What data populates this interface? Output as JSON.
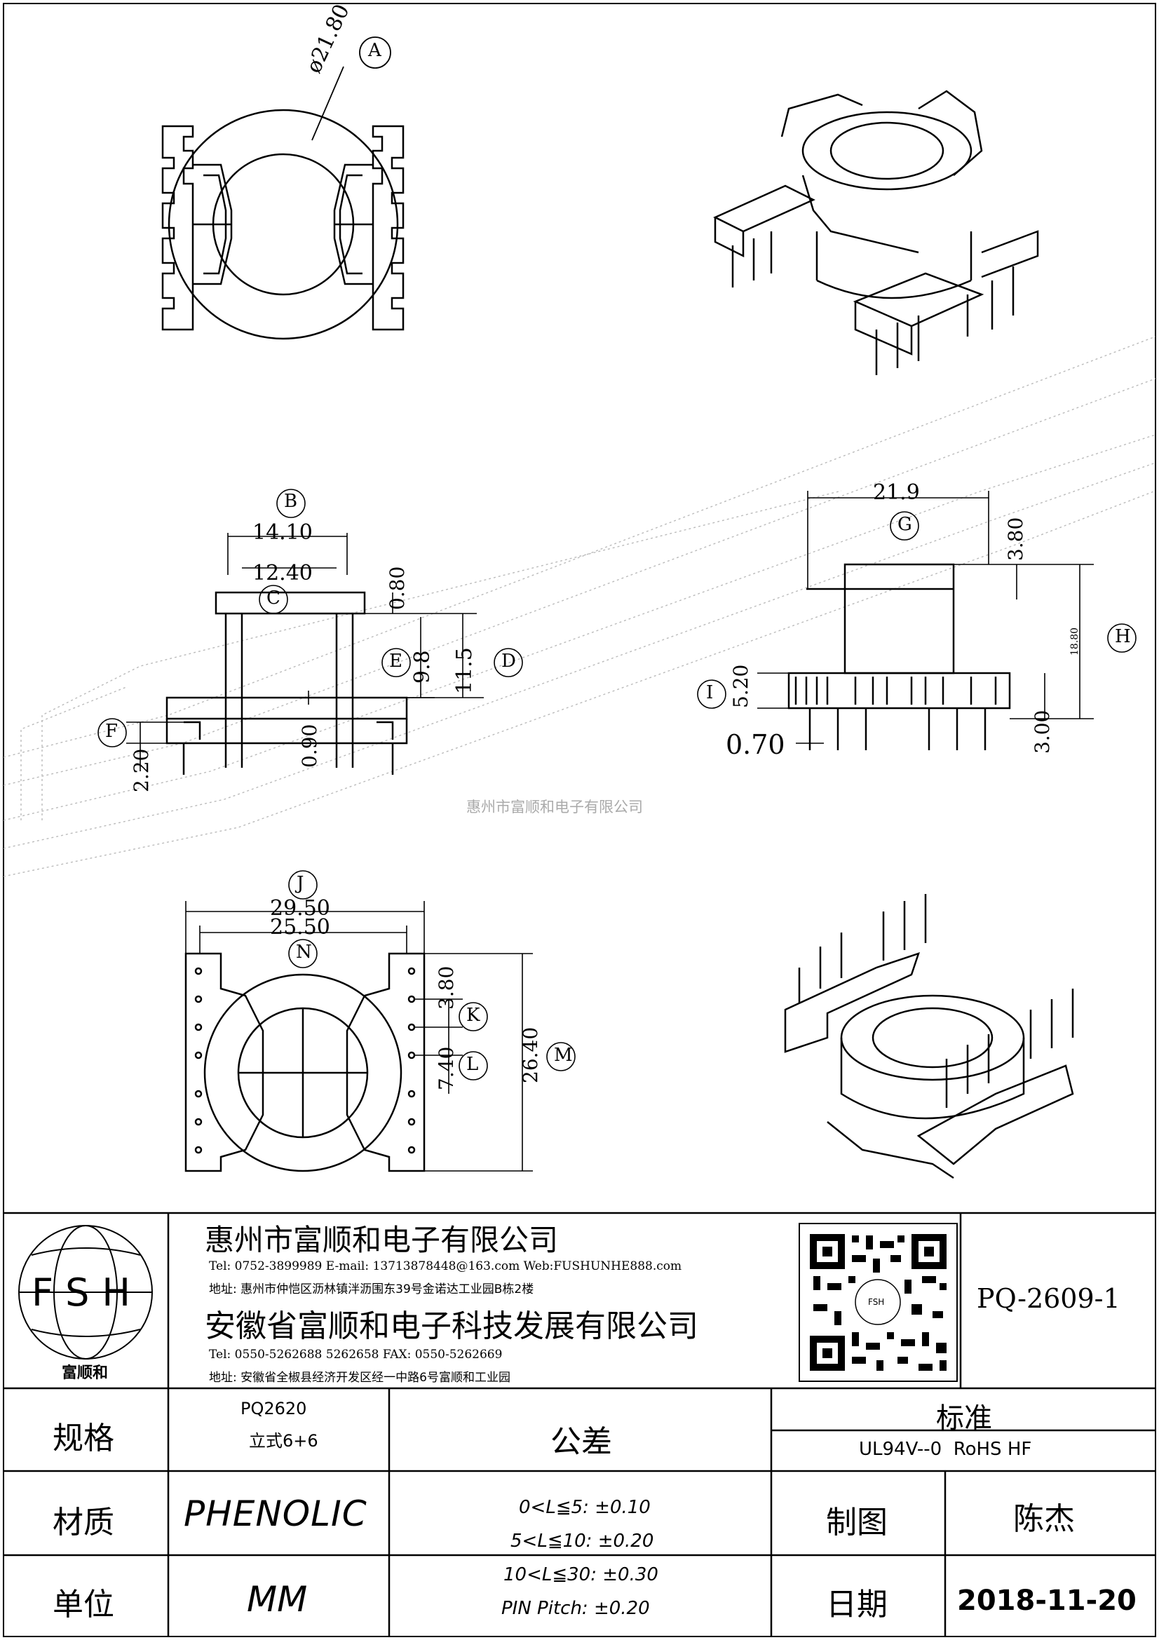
{
  "watermark": "惠州市富顺和电子有限公司",
  "logo": {
    "letters": "FSH",
    "caption": "富顺和"
  },
  "company1": {
    "name": "惠州市富顺和电子有限公司",
    "contact": "Tel:  0752-3899989   E-mail: 13713878448@163.com   Web:FUSHUNHE888.com",
    "address": "地址:  惠州市仲恺区沥林镇泮沥围东39号金诺达工业园B栋2楼"
  },
  "company2": {
    "name": "安徽省富顺和电子科技发展有限公司",
    "contact": "Tel:  0550-5262688   5262658      FAX: 0550-5262669",
    "address": "地址:  安徽省全椒县经济开发区经一中路6号富顺和工业园"
  },
  "qr_label": "FSH",
  "part_number": "PQ-2609-1",
  "spec": {
    "label": "规格",
    "line1": "PQ2620",
    "line2": "立式6+6"
  },
  "material": {
    "label": "材质",
    "value": "PHENOLIC"
  },
  "unit": {
    "label": "单位",
    "value": "MM"
  },
  "tolerance": {
    "label": "公差",
    "lines": [
      "0<L≦5: ±0.10",
      "5<L≦10: ±0.20",
      "10<L≦30: ±0.30",
      "PIN Pitch: ±0.20"
    ]
  },
  "standard": {
    "label": "标准",
    "value": "UL94V--0  RoHS HF"
  },
  "drawn_by": {
    "label": "制图",
    "value": "陈杰"
  },
  "date": {
    "label": "日期",
    "value": "2018-11-20"
  },
  "dimensions": {
    "A": {
      "tag": "A",
      "value": "ø21.80"
    },
    "B": {
      "tag": "B",
      "value": "14.10"
    },
    "C": {
      "tag": "C",
      "value": "12.40"
    },
    "c_small": "0.80",
    "D": {
      "tag": "D",
      "value": "11.5"
    },
    "E": {
      "tag": "E",
      "value": "9.8"
    },
    "F": {
      "tag": "F",
      "value": "2.20"
    },
    "f_small": "0.90",
    "G": {
      "tag": "G",
      "value": "21.9"
    },
    "g_small": "3.80",
    "H": {
      "tag": "H",
      "value": "18.80"
    },
    "I": {
      "tag": "I",
      "value": "5.20"
    },
    "i_small": "3.00",
    "pin": "0.70",
    "J": {
      "tag": "J",
      "value": "29.50"
    },
    "N": {
      "tag": "N",
      "value": "25.50"
    },
    "K": {
      "tag": "K",
      "value": "3.80"
    },
    "L": {
      "tag": "L",
      "value": "7.40"
    },
    "M": {
      "tag": "M",
      "value": "26.40"
    }
  }
}
